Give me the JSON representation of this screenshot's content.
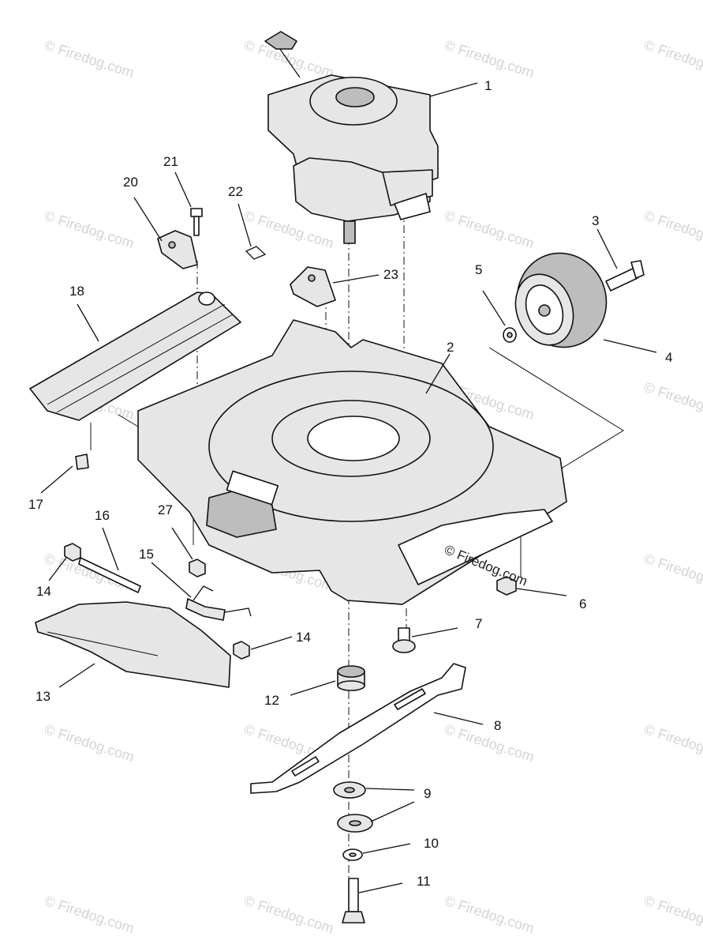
{
  "diagram": {
    "callouts": [
      "1",
      "2",
      "3",
      "4",
      "5",
      "6",
      "7",
      "8",
      "9",
      "10",
      "11",
      "12",
      "13",
      "14",
      "14",
      "15",
      "16",
      "17",
      "18",
      "20",
      "21",
      "22",
      "23",
      "27"
    ],
    "watermark": "© Firedog.com"
  }
}
